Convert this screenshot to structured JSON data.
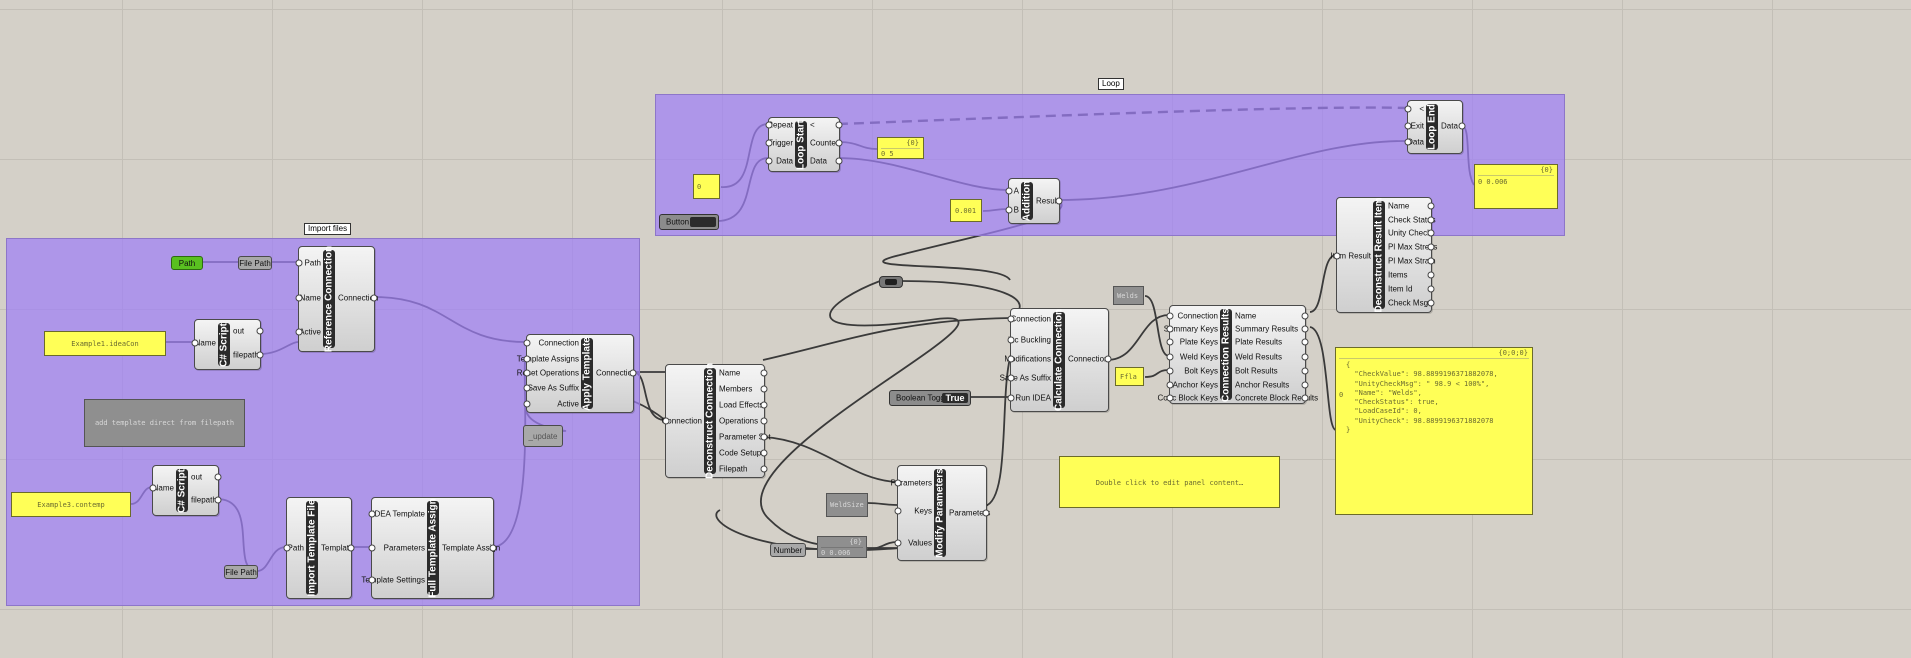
{
  "groups": {
    "import_label": "Import files",
    "loop_label": "Loop"
  },
  "components": {
    "reference_connection": {
      "title": "Reference Connection",
      "inputs": [
        "Path",
        "Name",
        "Active"
      ],
      "outputs": [
        "Connection"
      ]
    },
    "cs_script_1": {
      "title": "C# Script",
      "inputs": [
        "Name"
      ],
      "outputs": [
        "out",
        "filepath"
      ]
    },
    "cs_script_2": {
      "title": "C# Script",
      "inputs": [
        "Name"
      ],
      "outputs": [
        "out",
        "filepath"
      ]
    },
    "apply_template": {
      "title": "Apply Template",
      "inputs": [
        "Connection",
        "Template Assigns",
        "Reset Operations",
        "Save As Suffix",
        "Active"
      ],
      "outputs": [
        "Connection"
      ]
    },
    "import_template_file": {
      "title": "Import Template File",
      "inputs": [
        "Path"
      ],
      "outputs": [
        "Template"
      ]
    },
    "full_template_assign": {
      "title": "Full Template Assign",
      "inputs": [
        "IDEA Template",
        "Parameters",
        "Template Settings"
      ],
      "outputs": [
        "Template Assign"
      ]
    },
    "deconstruct_connection": {
      "title": "Deconstruct Connection",
      "inputs": [
        "Connection"
      ],
      "outputs": [
        "Name",
        "Members",
        "Load Effects",
        "Operations",
        "Parameter Set",
        "Code Setup",
        "Filepath"
      ]
    },
    "loop_start": {
      "title": "Loop Start",
      "inputs": [
        "Repeat",
        "Trigger",
        "Data"
      ],
      "outputs": [
        "<",
        "Counter",
        "Data"
      ]
    },
    "addition": {
      "title": "Addition",
      "inputs": [
        "A",
        "B"
      ],
      "outputs": [
        "Result"
      ]
    },
    "loop_end": {
      "title": "Loop End",
      "inputs": [
        "<",
        "Exit",
        "Data"
      ],
      "outputs": [
        "Data"
      ]
    },
    "calculate_connection": {
      "title": "Calculate Connection",
      "inputs": [
        "Connection",
        "Inc Buckling",
        "Modifications",
        "Save As Suffix",
        "Run IDEA"
      ],
      "outputs": [
        "Connection"
      ]
    },
    "connection_results": {
      "title": "Connection Results",
      "inputs": [
        "Connection",
        "Summary Keys",
        "Plate Keys",
        "Weld Keys",
        "Bolt Keys",
        "Anchor Keys",
        "Conc Block Keys"
      ],
      "outputs": [
        "Name",
        "Summary Results",
        "Plate Results",
        "Weld Results",
        "Bolt Results",
        "Anchor Results",
        "Concrete Block Results"
      ]
    },
    "deconstruct_result_item": {
      "title": "Deconstruct Result Item",
      "inputs": [
        "Item Result"
      ],
      "outputs": [
        "Name",
        "Check Status",
        "Unity Check",
        "Pl Max Stress",
        "Pl Max Strain",
        "Items",
        "Item Id",
        "Check Msg"
      ]
    },
    "modify_parameters": {
      "title": "Modify Parameters",
      "inputs": [
        "Parameters",
        "Keys",
        "Values"
      ],
      "outputs": [
        "Parameters"
      ]
    }
  },
  "params": {
    "path": "Path",
    "file_path_1": "File Path",
    "file_path_2": "File Path",
    "button": "Button",
    "boolean_toggle": "Boolean Toggle",
    "toggle_value": "True",
    "number": "Number",
    "update": "_update"
  },
  "panels": {
    "example1": "Example1.ideaCon",
    "example3": "Example3.contemp",
    "note_template": "add template direct from filepath",
    "loop_zero": "0",
    "counter_title": "{0}",
    "counter_value": "0 5",
    "addition_b": "0.001",
    "loop_end_title": "{0}",
    "loop_end_value": "0 0.006",
    "welds": "Welds",
    "ffla": "Ffla",
    "weld_size": "WeldSize",
    "number_title": "{0}",
    "number_value": "0 0.006",
    "empty_panel": "Double click to edit panel content…",
    "results_title": "{0;0;0}",
    "results_index": "0",
    "results_lines": [
      "{",
      "  \"CheckValue\": 98.8899196371882078,",
      "  \"UnityCheckMsg\": \" 98.9 < 100%\",",
      "  \"Name\": \"Welds\",",
      "  \"CheckStatus\": true,",
      "  \"LoadCaseId\": 0,",
      "  \"UnityCheck\": 98.8899196371882078",
      "}"
    ]
  },
  "colors": {
    "canvas": "#d4d0c8",
    "group": "#a080f5",
    "panel": "#ffff57",
    "component_bar": "#2b2b2b",
    "param_green": "#59c020"
  }
}
